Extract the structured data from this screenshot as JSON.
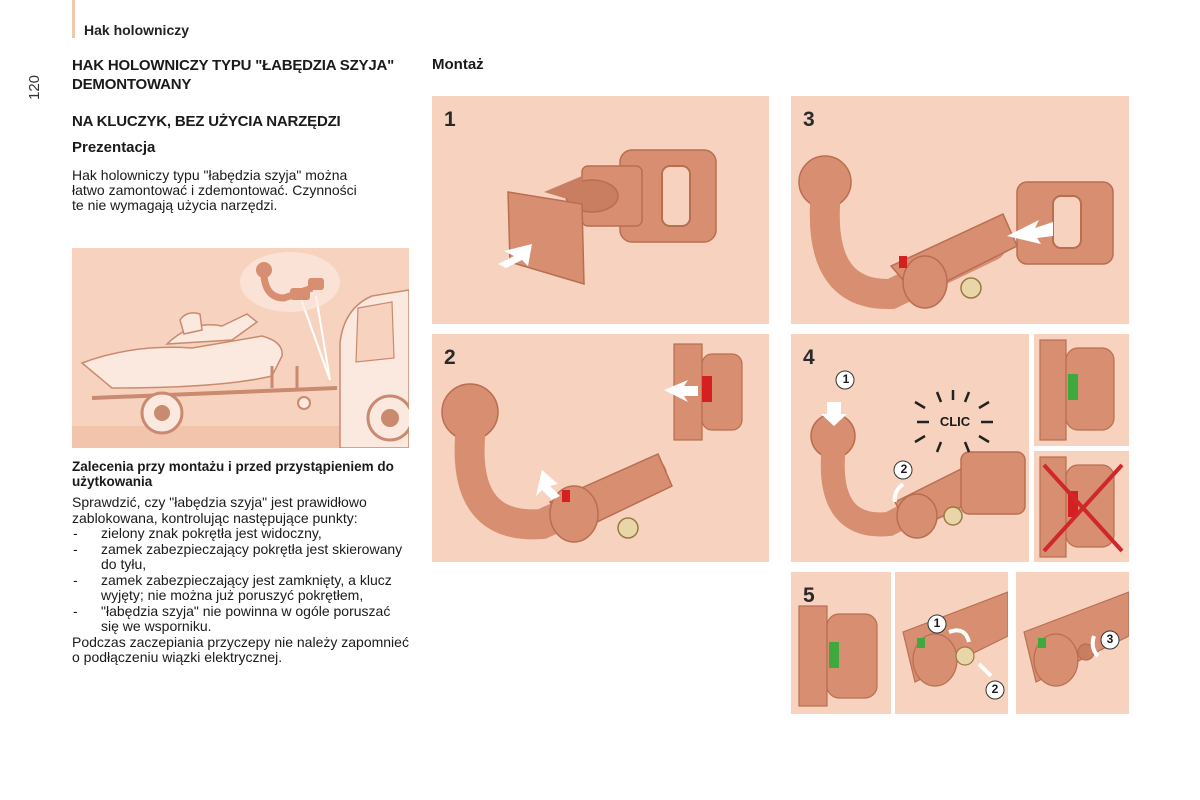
{
  "header": {
    "title": "Hak holowniczy",
    "page_number": "120"
  },
  "left": {
    "heading_main": "HAK HOLOWNICZY TYPU \"ŁABĘDZIA SZYJA\" DEMONTOWANY",
    "heading_sub": "NA KLUCZYK, BEZ UŻYCIA NARZĘDZI",
    "section_title": "Prezentacja",
    "intro_text": "Hak holowniczy typu \"łabędzia szyja\" można łatwo zamontować i zdemontować. Czynności te nie wymagają użycia narzędzi.",
    "recommendations_title": "Zalecenia przy montażu i przed przystąpieniem do użytkowania",
    "check_text": "Sprawdzić, czy \"łabędzia szyja\" jest prawidłowo zablokowana, kontrolując następujące punkty:",
    "bullets": [
      "zielony znak pokrętła jest widoczny,",
      "zamek zabezpieczający pokrętła jest skierowany do tyłu,",
      "zamek zabezpieczający jest zamknięty, a klucz wyjęty; nie można już poruszyć pokrętłem,",
      "\"łabędzia szyja\" nie powinna w ogóle poruszać się we wsporniku."
    ],
    "closing_text": "Podczas zaczepiania przyczepy nie należy zapomnieć o podłączeniu wiązki elektrycznej."
  },
  "right": {
    "section_title": "Montaż",
    "steps": [
      "1",
      "2",
      "3",
      "4",
      "5"
    ],
    "clic_label": "CLIC",
    "callouts": [
      "1",
      "2",
      "1",
      "2",
      "3"
    ]
  },
  "colors": {
    "panel_bg": "#f7d3bf",
    "metal": "#d88e70",
    "metal_dark": "#b96e52",
    "indicator_red": "#d42020",
    "indicator_green": "#3eaa3e",
    "cross_red": "#d02828"
  }
}
